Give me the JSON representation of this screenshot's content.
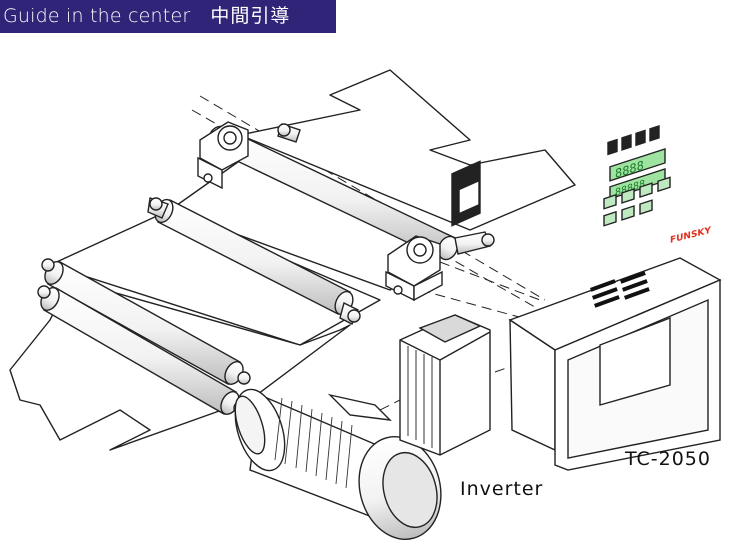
{
  "banner": {
    "title_en": "Guide in the center",
    "title_zh": "中間引導",
    "bg": "#2f2477"
  },
  "labels": {
    "controller": "TC-2050",
    "inverter": "Inverter"
  },
  "controller_panel": {
    "brand": "FUNSKY",
    "accent": "#e0301e"
  }
}
